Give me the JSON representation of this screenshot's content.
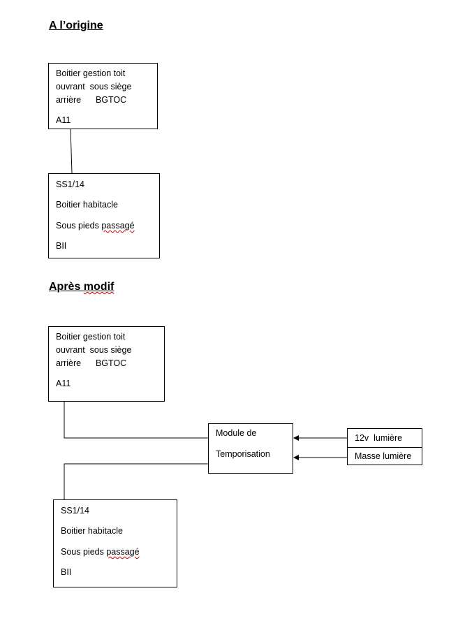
{
  "before": {
    "heading": "A l’origine",
    "box_bgtoc": {
      "line1": "Boitier gestion toit",
      "line2": "ouvrant  sous siège",
      "line3": "arrière      BGTOC",
      "line4": "A11"
    },
    "box_bii": {
      "line1": "SS1/14",
      "line2": "Boitier habitacle",
      "line3_pre": "Sous pieds ",
      "line3_word": "passagé",
      "line4": "BII"
    }
  },
  "after": {
    "heading_pre": "Après ",
    "heading_word": "modif",
    "box_bgtoc": {
      "line1": "Boitier gestion toit",
      "line2": "ouvrant  sous siège",
      "line3": "arrière      BGTOC",
      "line4": "A11"
    },
    "module": {
      "line1": "Module de",
      "line2": "Temporisation"
    },
    "inputs": {
      "top": "12v  lumière",
      "bottom": "Masse lumière"
    },
    "box_bii": {
      "line1": "SS1/14",
      "line2": "Boitier habitacle",
      "line3_pre": "Sous pieds ",
      "line3_word": "passagé",
      "line4": "BII"
    }
  }
}
